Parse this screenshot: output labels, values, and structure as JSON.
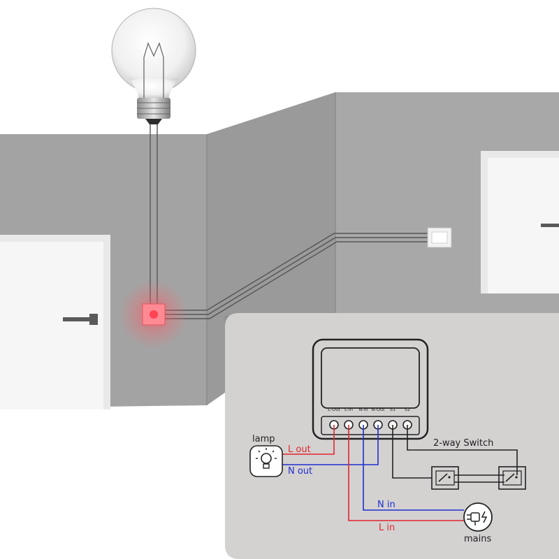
{
  "terminals": [
    "L-Out",
    "L-In",
    "N-in",
    "N-Out",
    "S1",
    "S2"
  ],
  "labels": {
    "lamp": "lamp",
    "l_out": "L out",
    "n_out": "N out",
    "n_in": "N in",
    "l_in": "L in",
    "mains": "mains",
    "switch": "2-way Switch"
  },
  "colors": {
    "live": "#e0262c",
    "neutral": "#1f2fd1",
    "switch_wire": "#222222",
    "wall": "#a6a6a6",
    "panel": "#d4d1d1"
  },
  "icons": {
    "bulb": "lightbulb-icon",
    "lamp": "lamp-icon",
    "mains": "plug-icon",
    "wall_switch": "wall-switch-icon",
    "smart_module": "smart-switch-module"
  }
}
